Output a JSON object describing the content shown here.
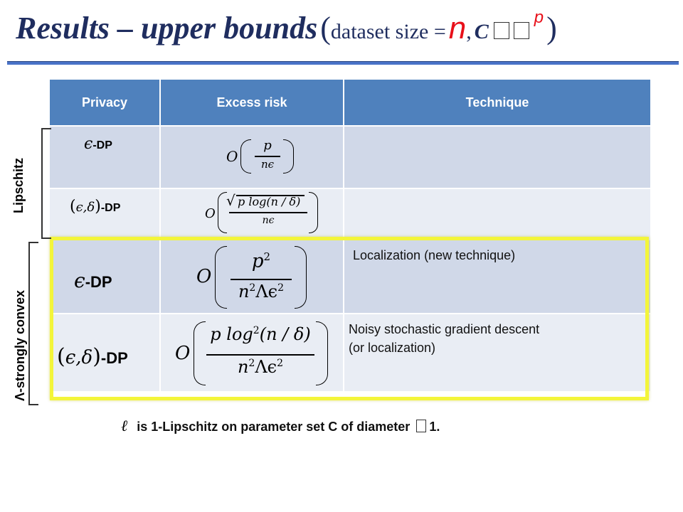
{
  "title": {
    "main": "Results – upper bounds",
    "open_paren": "(",
    "dataset_label": "dataset size =",
    "n_symbol": "n",
    "comma": ",",
    "C_symbol": "C",
    "p_symbol": "p",
    "close_paren": ")"
  },
  "table": {
    "headers": [
      "Privacy",
      "Excess risk",
      "Technique"
    ],
    "rows": [
      {
        "privacy_pre": "",
        "privacy_symbol": "ϵ",
        "privacy_suffix": "-DP",
        "technique": ""
      },
      {
        "privacy_pre": "(",
        "privacy_symbol": "ϵ,δ",
        "privacy_post": ")",
        "privacy_suffix": "-DP",
        "technique": ""
      },
      {
        "privacy_pre": "",
        "privacy_symbol": "ϵ",
        "privacy_suffix": "-DP",
        "technique": "Localization (new technique)"
      },
      {
        "privacy_pre": "(",
        "privacy_symbol": "ϵ,δ",
        "privacy_post": ")",
        "privacy_suffix": "-DP",
        "technique_line1": "Noisy stochastic gradient descent",
        "technique_line2": "(or localization)"
      }
    ],
    "formulas": {
      "O": "O",
      "r1_num": "p",
      "r1_den": "nϵ",
      "r2_sqrt": "√",
      "r2_num": "p log(n / δ)",
      "r2_den": "nϵ",
      "r3_num": "p",
      "r3_num_exp": "2",
      "r3_den": "n",
      "r3_den_exp": "2",
      "r3_den_mid": "Λϵ",
      "r3_den_exp2": "2",
      "r4_num_a": "p log",
      "r4_num_exp": "2",
      "r4_num_b": "(n / δ)",
      "r4_den": "n",
      "r4_den_exp": "2",
      "r4_den_mid": "Λϵ",
      "r4_den_exp2": "2"
    }
  },
  "side_labels": {
    "lipschitz": "Lipschitz",
    "strongly_convex": "Λ-strongly convex"
  },
  "footnote": {
    "loss_symbol": "ℓ",
    "text": "is 1-Lipschitz on parameter set C of diameter",
    "tail": "1."
  },
  "colors": {
    "title": "#1f2d5f",
    "accent_red": "#e8101a",
    "header_blue": "#4f81bd",
    "row_dark": "#d0d8e8",
    "row_light": "#e9edf4",
    "highlight": "#f3f53a"
  }
}
